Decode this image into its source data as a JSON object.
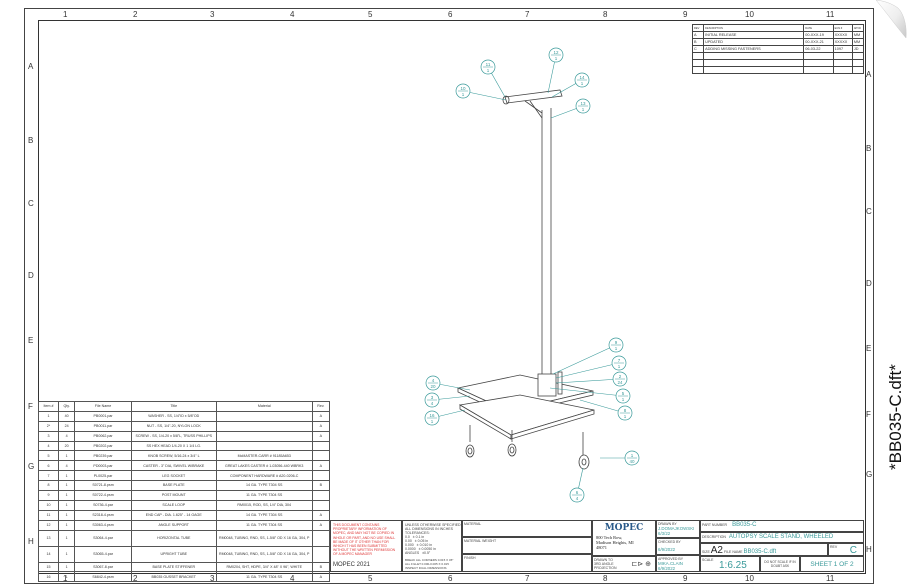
{
  "zones": {
    "columns": [
      "1",
      "2",
      "3",
      "4",
      "5",
      "6",
      "7",
      "8",
      "9",
      "10",
      "11"
    ],
    "rows": [
      "A",
      "B",
      "C",
      "D",
      "E",
      "F",
      "G",
      "H"
    ]
  },
  "bom": {
    "headers": [
      "Item #",
      "Qty.",
      "File Name",
      "Title",
      "Material",
      "Rev."
    ],
    "rows": [
      [
        "1",
        "40",
        "PB0001.par",
        "WASHER - SS, 1/4\"ID x 5/8\"OD",
        "",
        "A"
      ],
      [
        "2*",
        "24",
        "PB0011.par",
        "NUT - SS, 1/4\"-20, NYLON LOCK",
        "",
        "A"
      ],
      [
        "3",
        "4",
        "PB0062.par",
        "SCREW - SS, 1/4-20 x 5/8\"L, TRUSS PHILLIPS",
        "",
        "A"
      ],
      [
        "4",
        "20",
        "PB0202.par",
        "SS HEX HEAD 1/4-20 X 1 1/4 LG.",
        "",
        ""
      ],
      [
        "5",
        "1",
        "PB0239.par",
        "KNOB SCREW, 5/16-24 x 3/4\" L",
        "McMASTER-CARR # 91185A653",
        ""
      ],
      [
        "6",
        "4",
        "PD0003.par",
        "CASTER - 3\" DIA, SWIVEL W/BRAKE",
        "GREAT LAKES CASTER # 1-03056-440 WBRK3",
        "A"
      ],
      [
        "7",
        "1",
        "PL0025.par",
        "LEG SOCKET",
        "COMPONENT HARDWARE # A20-0206-C",
        ""
      ],
      [
        "8",
        "1",
        "S0721-8.psm",
        "BASE PLATE",
        "14 GA. TYPE T304 SS",
        "B"
      ],
      [
        "9",
        "1",
        "S0722-4.psm",
        "POST MOUNT",
        "11 GA. TYPE T304 SS",
        ""
      ],
      [
        "10",
        "1",
        "S0736-4.par",
        "SCALE LOOP",
        "RM0015, ROD, SS, 1/4\" DIA, 304",
        ""
      ],
      [
        "11",
        "1",
        "S2318-4.psm",
        "END CAP - DIA. 1.625\" - 14 GAGE",
        "14 GA. TYPE T304 SS",
        "A"
      ],
      [
        "12",
        "1",
        "S3063-4.psm",
        "ANGLE SUPPORT",
        "11 GA. TYPE T304 SS",
        "A"
      ],
      [
        "13",
        "1",
        "S3064-4.par",
        "HORIZONTAL TUBE",
        "RM0048, TUBING, RND, SS, 1-5/8\" OD X 16 GA, 304, P",
        ""
      ],
      [
        "14",
        "1",
        "S3065-4.par",
        "UPRIGHT TUBE",
        "RM0048, TUBING, RND, SS, 1-5/8\" OD X 16 GA, 304, P",
        ""
      ],
      [
        "15",
        "1",
        "S3067-8.par",
        "BASE PLATE STIFFENER",
        "RM0204, SHT, HDPE, 3/4\" X 48\" X 96\", WHITE",
        "B"
      ],
      [
        "16",
        "1",
        "S6842-4.psm",
        "BB035 GUSSET BRACKET",
        "11 GA. TYPE T304 SS",
        "A"
      ]
    ]
  },
  "revisions": {
    "headers": [
      "REV",
      "DESCRIPTION",
      "DATE",
      "ECN #",
      "APVD"
    ],
    "rows": [
      [
        "A",
        "INITIAL RELEASE",
        "00-XXX-19",
        "XXXXX",
        "MM"
      ],
      [
        "B",
        "UPDATED",
        "00-XXX-21",
        "XXXXX",
        "MM"
      ],
      [
        "C",
        "ADDING MISSING FASTENERS",
        "06-03-22",
        "1097",
        "JD"
      ]
    ]
  },
  "title_block": {
    "proprietary": "THIS DOCUMENT CONTAINS PROPRIETARY INFORMATION OF MOPEC, AND MAY NOT BE COPIED IN WHOLE OR PART, AND NO USE SHALL BE MADE OF IT OTHER THAN FOR WHICH IT HAS BEEN SUBMITTED WITHOUT THE WRITTEN PERMISSION OF A MOPEC MANAGER",
    "copyright": "MOPEC 2021",
    "tolerances": [
      "UNLESS OTHERWISE SPECIFIED",
      "ALL DIMENSIONS IN INCHES",
      "TOLERANCES:",
      "0.0   ± 0.1 in",
      "0.00   ± 0.05 in",
      "0.000   ± 0.010 in",
      "0.0000   ± 0.0050 in",
      "ANGLES   ±0.5°"
    ],
    "break_note": "BREAK ALL CORNERS 0.015 X 45° ALL FILLET 0.000-0.005 X 0.015 INSPECT DUAL DIMENSIONS",
    "material_label": "MATERIAL",
    "material_weight_label": "MATERIAL WEIGHT",
    "finish_label": "FINISH",
    "company": "MOPEC",
    "address": [
      "800 Tech Row,",
      "Madison Heights, MI",
      "48071"
    ],
    "projection": "DRAWN TO 3RD ANGLE PROJECTION",
    "drawn_by_label": "DRAWN BY",
    "drawn_by": "J.DOMAJKOWSKI",
    "drawn_date": "6/3/22",
    "checked_label": "CHECKED BY",
    "checked_date": "6/9/2022",
    "approved_label": "APPROVED BY",
    "approved_by": "MIKA.CLAIN",
    "approved_date": "6/9/2022",
    "part_number_label": "PART NUMBER",
    "part_number": "BB035-C",
    "description_label": "DESCRIPTION",
    "description": "AUTOPSY SCALE STAND, WHEELED",
    "size_label": "SIZE",
    "size": "A2",
    "file_name_label": "FILE NAME",
    "file_name": "BB035-C.dft",
    "rev_label": "REV",
    "rev": "C",
    "scale_label": "SCALE",
    "scale": "1:6.25",
    "do_not_scale": "DO NOT SCALE IF IN DOUBT ASK",
    "sheet": "SHEET 1 OF 2"
  },
  "balloons": [
    {
      "item": "10",
      "qty": "1"
    },
    {
      "item": "11",
      "qty": "1"
    },
    {
      "item": "12",
      "qty": "1"
    },
    {
      "item": "14",
      "qty": "1"
    },
    {
      "item": "13",
      "qty": "1"
    },
    {
      "item": "9",
      "qty": "1"
    },
    {
      "item": "7",
      "qty": "1"
    },
    {
      "item": "2",
      "qty": "24"
    },
    {
      "item": "5",
      "qty": "1"
    },
    {
      "item": "8",
      "qty": "1"
    },
    {
      "item": "4",
      "qty": "20"
    },
    {
      "item": "3",
      "qty": "4"
    },
    {
      "item": "16",
      "qty": "1"
    },
    {
      "item": "1",
      "qty": "40"
    },
    {
      "item": "6",
      "qty": "4"
    }
  ],
  "document_tab": "*BB035-C.dft*",
  "colors": {
    "balloon": "#3a9a9a",
    "warning": "#dd3333",
    "line": "#333333"
  }
}
